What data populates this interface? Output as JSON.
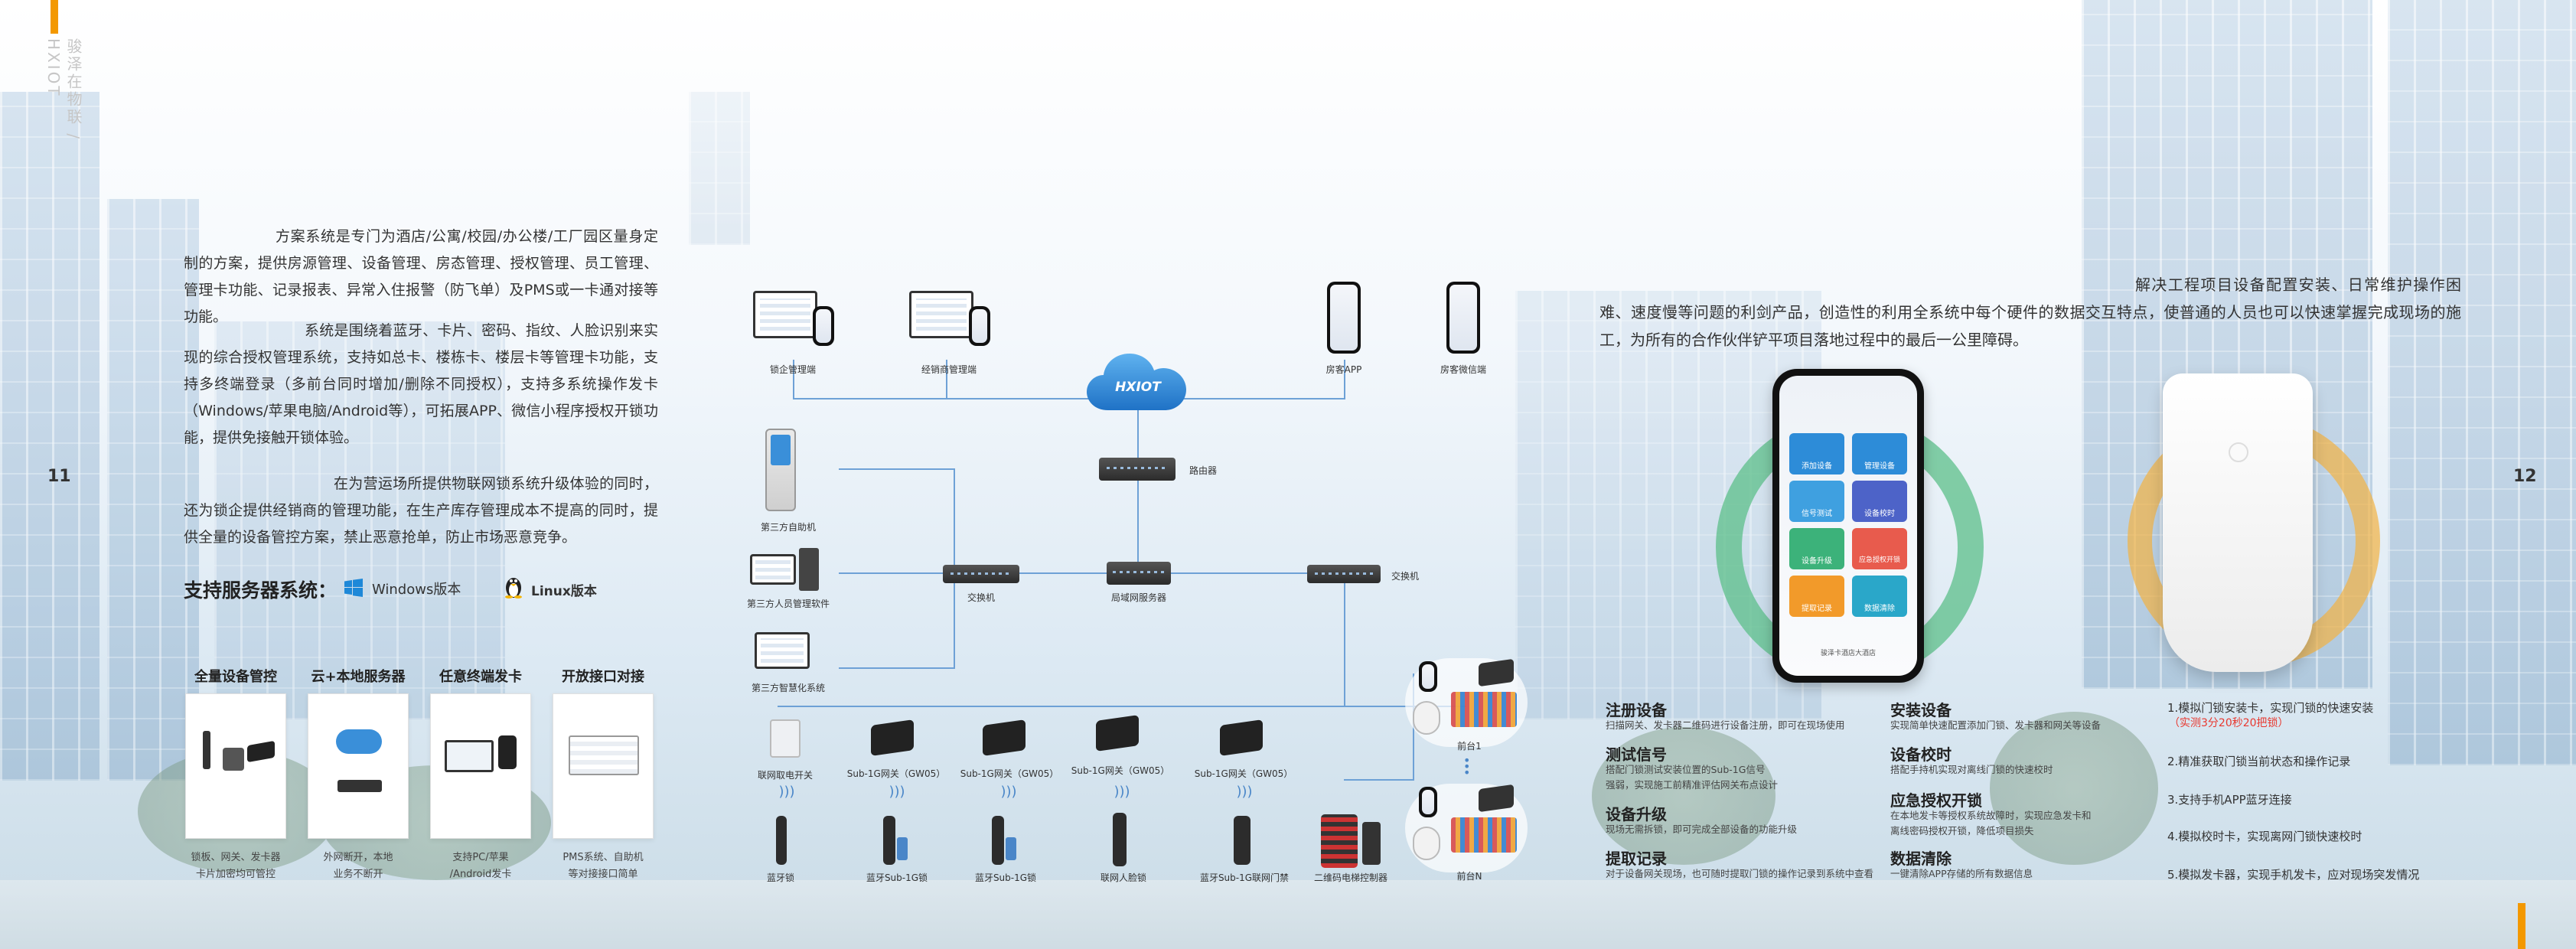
{
  "side_text": "骏泽在物联 / HXIOT",
  "left": {
    "page_number": "11",
    "paragraphs": [
      "方案系统是专门为酒店/公寓/校园/办公楼/工厂园区量身定制的方案，提供房源管理、设备管理、房态管理、授权管理、员工管理、管理卡功能、记录报表、异常入住报警（防飞单）及PMS或一卡通对接等功能。",
      "系统是围绕着蓝牙、卡片、密码、指纹、人脸识别来实现的综合授权管理系统，支持如总卡、楼栋卡、楼层卡等管理卡功能，支持多终端登录（多前台同时增加/删除不同授权），支持多系统操作发卡（Windows/苹果电脑/Android等），可拓展APP、微信小程序授权开锁功能，提供免接触开锁体验。",
      "在为营运场所提供物联网锁系统升级体验的同时，还为锁企提供经销商的管理功能，在生产库存管理成本不提高的同时，提供全量的设备管控方案，禁止恶意抢单，防止市场恶意竞争。"
    ],
    "server_label": "支持服务器系统：",
    "windows_label": "Windows版本",
    "linux_label": "Linux版本",
    "features": [
      {
        "title": "全量设备管控",
        "caption": "锁板、网关、发卡器\n卡片加密均可管控"
      },
      {
        "title": "云+本地服务器",
        "caption": "外网断开，本地\n业务不断开"
      },
      {
        "title": "任意终端发卡",
        "caption": "支持PC/苹果\n/Android发卡"
      },
      {
        "title": "开放接口对接",
        "caption": "PMS系统、自助机\n等对接接口简单"
      }
    ]
  },
  "diagram": {
    "cloud": "HXIOT",
    "nodes": {
      "lock_mgmt": "锁企管理端",
      "dealer_mgmt": "经销商管理端",
      "tenant_app": "房客APP",
      "tenant_wechat": "房客微信端",
      "router": "路由器",
      "kiosk": "第三方自助机",
      "hr_software": "第三方人员管理软件",
      "smart_system": "第三方智慧化系统",
      "switch_left": "交换机",
      "lan_server": "局域网服务器",
      "switch_right": "交换机",
      "front_desk_1": "前台1",
      "front_desk_n": "前台N",
      "power_switch": "联网取电开关",
      "gw1": "Sub-1G网关（GW05）",
      "gw2": "Sub-1G网关（GW05）",
      "gw3": "Sub-1G网关（GW05）",
      "gw4": "Sub-1G网关（GW05）",
      "lock_bt": "蓝牙锁",
      "lock_sub1": "蓝牙Sub-1G锁",
      "lock_sub2": "蓝牙Sub-1G锁",
      "lock_face": "联网人脸锁",
      "door_access": "蓝牙Sub-1G联网门禁",
      "qr_ctrl": "二维码电梯控制器"
    }
  },
  "right": {
    "page_number": "12",
    "intro": "解决工程项目设备配置安装、日常维护操作困难、速度慢等问题的利剑产品，创造性的利用全系统中每个硬件的数据交互特点，使普通的人员也可以快速掌握完成现场的施工，为所有的合作伙伴铲平项目落地过程中的最后一公里障碍。",
    "phone_footer": "骏泽卡酒店大酒店",
    "tiles": [
      "添加设备",
      "管理设备",
      "信号测试",
      "设备校时",
      "设备升级",
      "应急授权开锁",
      "提取记录",
      "数据清除"
    ],
    "sections": [
      {
        "title": "注册设备",
        "desc": "扫描网关、发卡器二维码进行设备注册，即可在现场使用"
      },
      {
        "title": "安装设备",
        "desc": "实现简单快速配置添加门锁、发卡器和网关等设备"
      },
      {
        "title": "测试信号",
        "desc": "搭配门锁测试安装位置的Sub-1G信号\n强弱，实现施工前精准评估网关布点设计"
      },
      {
        "title": "设备校时",
        "desc": "搭配手持机实现对离线门锁的快速校时"
      },
      {
        "title": "设备升级",
        "desc": "现场无需拆锁，即可完成全部设备的功能升级"
      },
      {
        "title": "应急授权开锁",
        "desc": "在本地发卡等授权系统故障时，实现应急发卡和\n离线密码授权开锁，降低项目损失"
      },
      {
        "title": "提取记录",
        "desc": "对于设备网关现场，也可随时提取门锁的操作记录到系统中查看"
      },
      {
        "title": "数据清除",
        "desc": "一键清除APP存储的所有数据信息"
      }
    ],
    "list": [
      {
        "text": "1.模拟门锁安装卡，实现门锁的快速安装",
        "note": "（实测3分20秒20把锁）"
      },
      {
        "text": "2.精准获取门锁当前状态和操作记录",
        "note": ""
      },
      {
        "text": "3.支持手机APP蓝牙连接",
        "note": ""
      },
      {
        "text": "4.模拟校时卡，实现离网门锁快速校时",
        "note": ""
      },
      {
        "text": "5.模拟发卡器，实现手机发卡，应对现场突发情况",
        "note": ""
      }
    ]
  },
  "colors": {
    "accent": "#f39800",
    "link": "#6ea1d6",
    "ring_green": "#5cbf8a",
    "ring_orange": "#f2b243"
  }
}
